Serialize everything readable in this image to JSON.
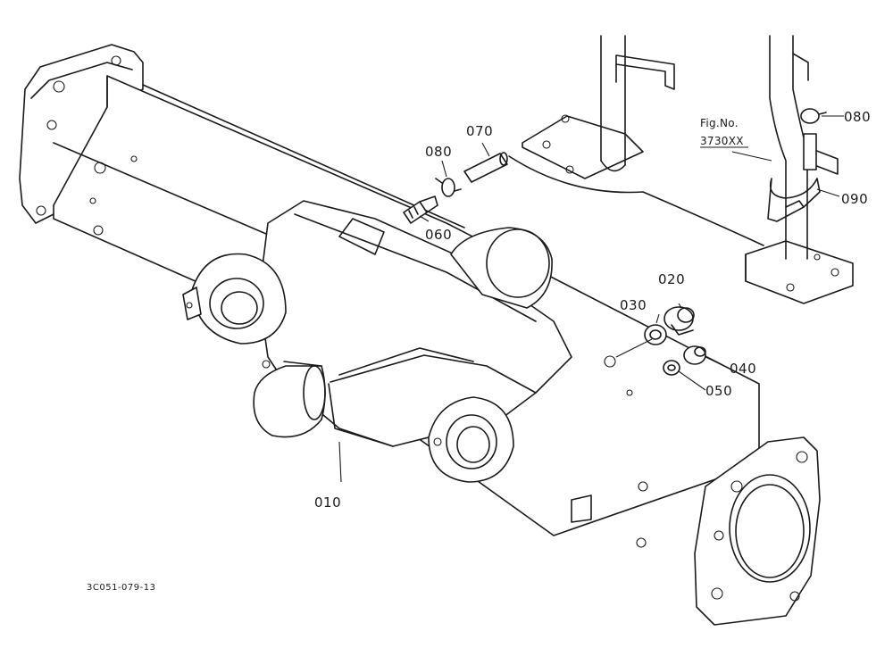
{
  "parts": {
    "p010": "010",
    "p020": "020",
    "p030": "030",
    "p040": "040",
    "p050": "050",
    "p060": "060",
    "p070": "070",
    "p080a": "080",
    "p080b": "080",
    "p090": "090"
  },
  "fig_ref": {
    "line1": "Fig.No.",
    "line2": "3730XX"
  },
  "drawing_code": "3C051-079-13"
}
